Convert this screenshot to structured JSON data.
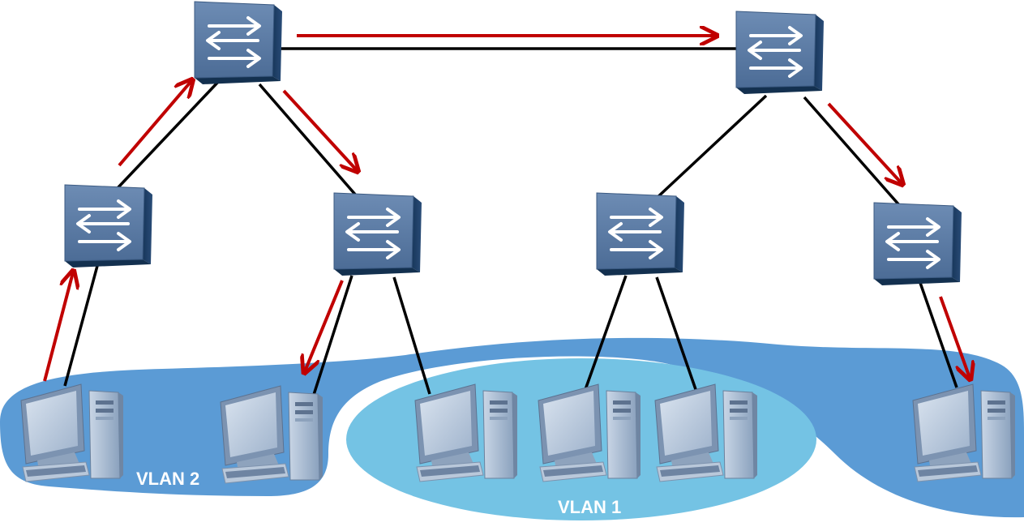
{
  "diagram": {
    "vlans": [
      {
        "id": "vlan2",
        "label": "VLAN 2",
        "color": "#5b9bd5"
      },
      {
        "id": "vlan1",
        "label": "VLAN 1",
        "color": "#74c3e4"
      }
    ],
    "nodes": [
      {
        "id": "sw-top-left",
        "type": "switch"
      },
      {
        "id": "sw-top-right",
        "type": "switch"
      },
      {
        "id": "sw-mid-1",
        "type": "switch"
      },
      {
        "id": "sw-mid-2",
        "type": "switch"
      },
      {
        "id": "sw-mid-3",
        "type": "switch"
      },
      {
        "id": "sw-mid-4",
        "type": "switch"
      },
      {
        "id": "pc-1",
        "type": "computer",
        "vlan": "vlan2"
      },
      {
        "id": "pc-2",
        "type": "computer",
        "vlan": "vlan2"
      },
      {
        "id": "pc-3",
        "type": "computer",
        "vlan": "vlan1"
      },
      {
        "id": "pc-4",
        "type": "computer",
        "vlan": "vlan1"
      },
      {
        "id": "pc-5",
        "type": "computer",
        "vlan": "vlan1"
      },
      {
        "id": "pc-6",
        "type": "computer",
        "vlan": "vlan2"
      }
    ],
    "links": [
      [
        "sw-top-left",
        "sw-top-right"
      ],
      [
        "sw-top-left",
        "sw-mid-1"
      ],
      [
        "sw-top-left",
        "sw-mid-2"
      ],
      [
        "sw-top-right",
        "sw-mid-3"
      ],
      [
        "sw-top-right",
        "sw-mid-4"
      ],
      [
        "sw-mid-1",
        "pc-1"
      ],
      [
        "sw-mid-2",
        "pc-2"
      ],
      [
        "sw-mid-2",
        "pc-3"
      ],
      [
        "sw-mid-3",
        "pc-4"
      ],
      [
        "sw-mid-3",
        "pc-5"
      ],
      [
        "sw-mid-4",
        "pc-6"
      ]
    ],
    "traffic_path": [
      "pc-1",
      "sw-mid-1",
      "sw-top-left",
      "sw-mid-2",
      "pc-2",
      "sw-top-right",
      "sw-mid-4",
      "pc-6"
    ],
    "colors": {
      "link": "#000000",
      "traffic_arrow": "#c00000",
      "switch_body": "#4a6a94",
      "switch_dark": "#1e3d63",
      "background": "#ffffff"
    }
  }
}
